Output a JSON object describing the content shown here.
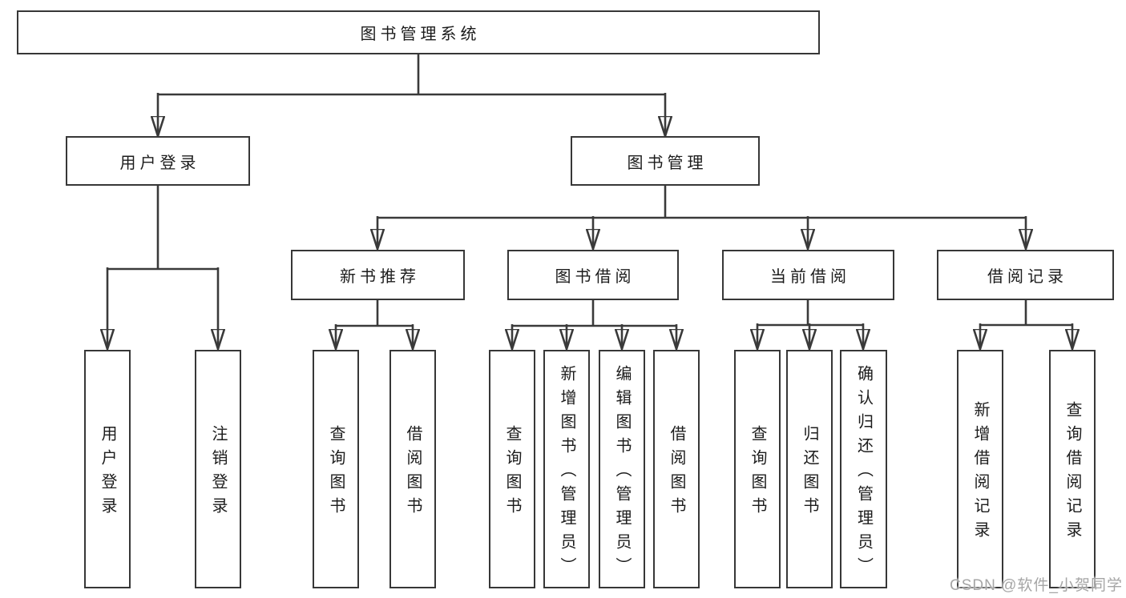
{
  "diagram": {
    "type": "hierarchy-tree",
    "colors": {
      "background": "#ffffff",
      "line": "#3a3a3a",
      "box_border": "#373737",
      "text": "#1c1c1c",
      "watermark": "#a6a6a6"
    },
    "nodes": {
      "root": {
        "label": "图书管理系统"
      },
      "level2": [
        {
          "label": "用户登录"
        },
        {
          "label": "图书管理"
        }
      ],
      "level3": [
        {
          "label": "新书推荐",
          "parent": "图书管理"
        },
        {
          "label": "图书借阅",
          "parent": "图书管理"
        },
        {
          "label": "当前借阅",
          "parent": "图书管理"
        },
        {
          "label": "借阅记录",
          "parent": "图书管理"
        }
      ],
      "level4": [
        {
          "label": "用户登录",
          "parent": "用户登录"
        },
        {
          "label": "注销登录",
          "parent": "用户登录"
        },
        {
          "label": "查询图书",
          "parent": "新书推荐"
        },
        {
          "label": "借阅图书",
          "parent": "新书推荐"
        },
        {
          "label": "查询图书",
          "parent": "图书借阅"
        },
        {
          "label": "新增图书（管理员）",
          "parent": "图书借阅"
        },
        {
          "label": "编辑图书（管理员）",
          "parent": "图书借阅"
        },
        {
          "label": "借阅图书",
          "parent": "图书借阅"
        },
        {
          "label": "查询图书",
          "parent": "当前借阅"
        },
        {
          "label": "归还图书",
          "parent": "当前借阅"
        },
        {
          "label": "确认归还（管理员）",
          "parent": "当前借阅"
        },
        {
          "label": "新增借阅记录",
          "parent": "借阅记录"
        },
        {
          "label": "查询借阅记录",
          "parent": "借阅记录"
        }
      ]
    },
    "watermark": {
      "text": "CSDN @软件_小贺同学"
    }
  }
}
